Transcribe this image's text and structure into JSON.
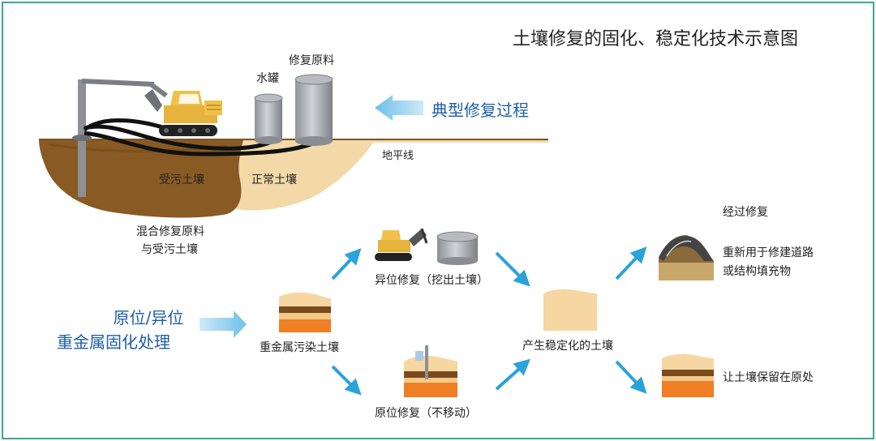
{
  "title": "土壤修复的固化、稳定化技术示意图",
  "top": {
    "typical_process": "典型修复过程",
    "water_tank": "水罐",
    "raw_material": "修复原料",
    "horizon": "地平线",
    "contaminated_soil": "受污土壤",
    "normal_soil": "正常土壤",
    "mixed_line1": "混合修复原料",
    "mixed_line2": "与受污土壤"
  },
  "flow": {
    "left_line1": "原位/异位",
    "left_line2": "重金属固化处理",
    "contaminated": "重金属污染土壤",
    "exsitu": "异位修复（挖出土壤）",
    "insitu": "原位修复（不移动）",
    "stabilized": "产生稳定化的土壤",
    "after_repair": "经过修复",
    "reuse_line1": "重新用于修建道路",
    "reuse_line2": "或结构填充物",
    "keep": "让土壤保留在原处"
  },
  "colors": {
    "accent_blue": "#1d5ea8",
    "arrow_blue": "#2aa3da",
    "frame": "#3aa890"
  }
}
